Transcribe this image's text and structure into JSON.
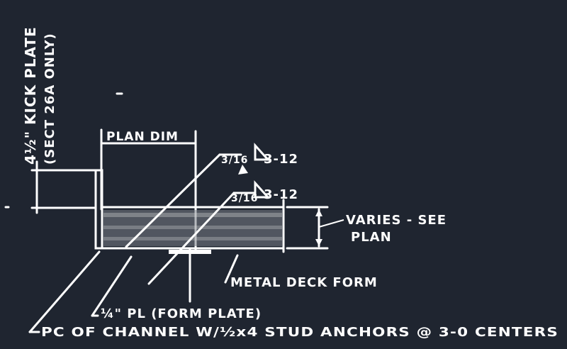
{
  "colors": {
    "background": "#1f2530",
    "ink": "#ffffff"
  },
  "labels": {
    "kick_plate": "4½\" KICK PLATE",
    "sect_note": "(SECT 26A ONLY)",
    "plan_dim": "PLAN DIM",
    "weld_frac_1": "3/16",
    "weld_len_1": "3-12",
    "weld_frac_2": "3/16",
    "weld_len_2": "3-12",
    "varies": "VARIES - SEE",
    "plan": "PLAN",
    "metal_deck": "METAL DECK FORM",
    "form_plate": "¼\" PL  (FORM PLATE)",
    "channel": "PC OF CHANNEL  W/½x4  STUD  ANCHORS @ 3-0 CENTERS"
  }
}
